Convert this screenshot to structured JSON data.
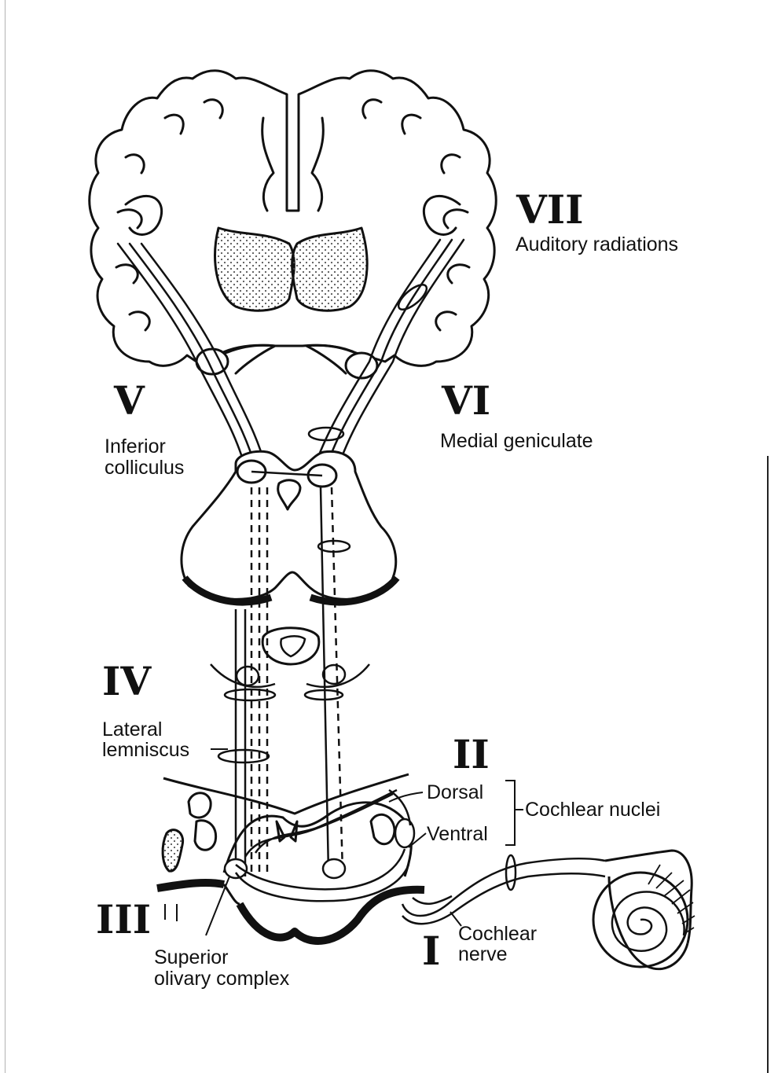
{
  "stages": {
    "I": "I",
    "II": "II",
    "III": "III",
    "IV": "IV",
    "V": "V",
    "VI": "VI",
    "VII": "VII"
  },
  "labels": {
    "auditory_radiations": "Auditory radiations",
    "inferior_colliculus_1": "Inferior",
    "inferior_colliculus_2": "colliculus",
    "medial_geniculate": "Medial geniculate",
    "lateral_lemniscus_1": "Lateral",
    "lateral_lemniscus_2": "lemniscus",
    "dorsal": "Dorsal",
    "ventral": "Ventral",
    "cochlear_nuclei": "Cochlear nuclei",
    "superior_olivary_1": "Superior",
    "superior_olivary_2": "olivary complex",
    "cochlear_nerve_1": "Cochlear",
    "cochlear_nerve_2": "nerve"
  },
  "colors": {
    "ink": "#111111",
    "paper": "#ffffff",
    "stipple": "#555555"
  }
}
